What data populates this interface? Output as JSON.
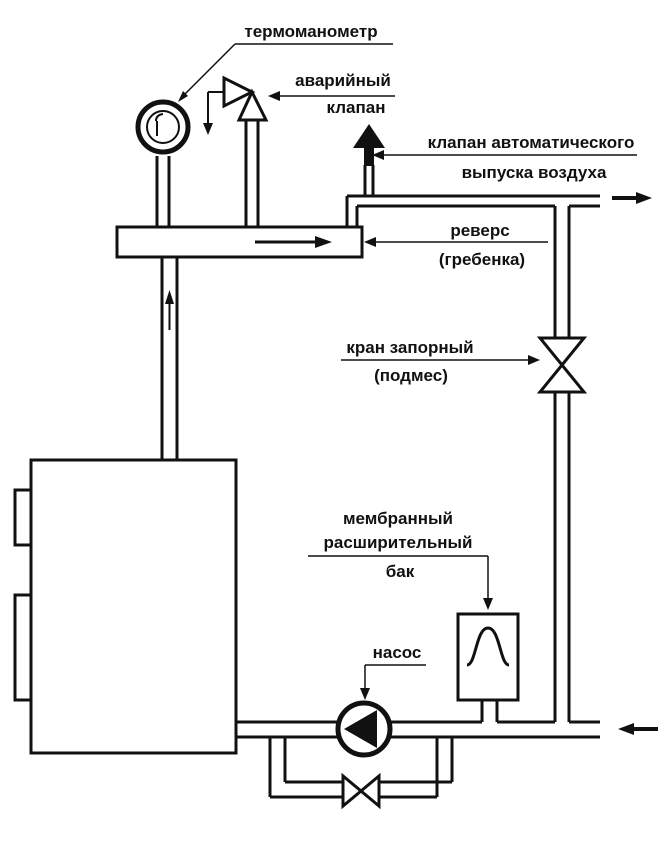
{
  "labels": {
    "thermomanometer": "термоманометр",
    "safety_valve_line1": "аварийный",
    "safety_valve_line2": "клапан",
    "air_vent_line1": "клапан автоматического",
    "air_vent_line2": "выпуска воздуха",
    "manifold_line1": "реверс",
    "manifold_line2": "(гребенка)",
    "shutoff_valve_line1": "кран запорный",
    "shutoff_valve_line2": "(подмес)",
    "expansion_tank_line1": "мембранный",
    "expansion_tank_line2": "расширительный",
    "expansion_tank_line3": "бак",
    "pump": "насос"
  },
  "colors": {
    "line": "#111111",
    "background": "#ffffff"
  },
  "icons": {
    "gauge": "thermomanometer-icon",
    "safety_valve": "safety-valve-icon",
    "air_vent": "air-vent-icon",
    "shutoff_valve": "valve-icon",
    "bypass_valve": "valve-icon",
    "pump": "pump-icon",
    "expansion_tank": "expansion-tank-icon"
  }
}
